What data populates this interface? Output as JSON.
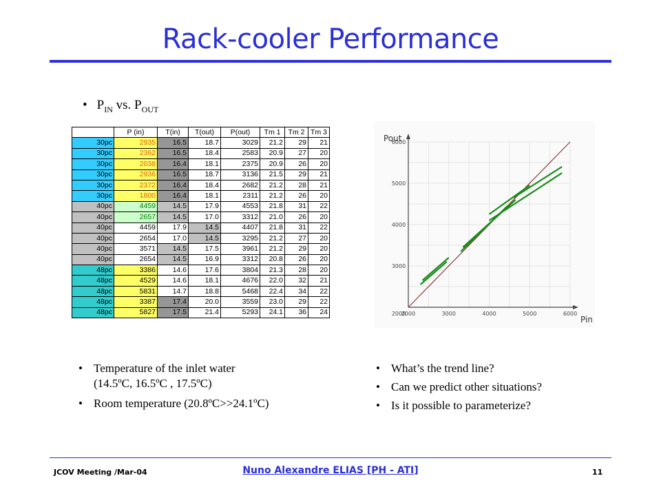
{
  "title": "Rack-cooler Performance",
  "pin_bullet": {
    "p": "P",
    "in": "IN",
    "vs": " vs. P",
    "out": "OUT"
  },
  "table": {
    "headers": [
      "",
      "P (in)",
      "T(in)",
      "T(out)",
      "P(out)",
      "Tm 1",
      "Tm 2",
      "Tm 3"
    ],
    "rows": [
      [
        "30pc",
        "2935",
        "16.5",
        "18.7",
        "3029",
        "21.2",
        "29",
        "21"
      ],
      [
        "30pc",
        "2362",
        "16.5",
        "18.4",
        "2583",
        "20.9",
        "27",
        "20"
      ],
      [
        "30pc",
        "2038",
        "16.4",
        "18.1",
        "2375",
        "20.9",
        "26",
        "20"
      ],
      [
        "30pc",
        "2936",
        "16.5",
        "18.7",
        "3136",
        "21.5",
        "29",
        "21"
      ],
      [
        "30pc",
        "2372",
        "16.4",
        "18.4",
        "2682",
        "21.2",
        "28",
        "21"
      ],
      [
        "30pc",
        "1800",
        "16.4",
        "18.1",
        "2311",
        "21.2",
        "26",
        "20"
      ],
      [
        "40pc",
        "4459",
        "14.5",
        "17.9",
        "4553",
        "21.8",
        "31",
        "22"
      ],
      [
        "40pc",
        "2657",
        "14.5",
        "17.0",
        "3312",
        "21.0",
        "26",
        "20"
      ],
      [
        "40pc",
        "4459",
        "17.9",
        "14.5",
        "4407",
        "21.8",
        "31",
        "22"
      ],
      [
        "40pc",
        "2654",
        "17.0",
        "14.5",
        "3295",
        "21.2",
        "27",
        "20"
      ],
      [
        "40pc",
        "3571",
        "14.5",
        "17.5",
        "3961",
        "21.2",
        "29",
        "20"
      ],
      [
        "40pc",
        "2654",
        "14.5",
        "16.9",
        "3312",
        "20.8",
        "26",
        "20"
      ],
      [
        "48pc",
        "3386",
        "14.6",
        "17.6",
        "3804",
        "21.3",
        "28",
        "20"
      ],
      [
        "48pc",
        "4529",
        "14.6",
        "18.1",
        "4676",
        "22.0",
        "32",
        "21"
      ],
      [
        "48pc",
        "5831",
        "14.7",
        "18.8",
        "5468",
        "22.4",
        "34",
        "22"
      ],
      [
        "48pc",
        "3387",
        "17.4",
        "20.0",
        "3559",
        "23.0",
        "29",
        "22"
      ],
      [
        "48pc",
        "5827",
        "17.5",
        "21.4",
        "5293",
        "24.1",
        "36",
        "24"
      ]
    ],
    "colors": {
      "label_30": "#33ccff",
      "label_40": "#c0c0c0",
      "label_48": "#33cccc",
      "pin_yellow": "#ffff66",
      "pin_orange_text": "#e06000",
      "pin_green": "#ccffcc",
      "pin_green_text": "#008000",
      "tin_dark": "#969696",
      "tin_light": "#c0c0c0",
      "tout_light": "#c0c0c0"
    }
  },
  "chart_data": {
    "type": "line",
    "xlabel": "Pin",
    "ylabel": "Pout",
    "xlim": [
      2000,
      6000
    ],
    "ylim": [
      2000,
      6000
    ],
    "x_ticks": [
      "2000",
      "3000",
      "4000",
      "5000",
      "6000"
    ],
    "y_ticks": [
      "2000",
      "3000",
      "4000",
      "5000",
      "6000"
    ],
    "grid": true,
    "series": [
      {
        "values": [
          [
            2000,
            2000
          ],
          [
            6000,
            6000
          ]
        ],
        "color": "#8b3a3a"
      },
      {
        "values": [
          [
            2300,
            2550
          ],
          [
            2950,
            3100
          ]
        ],
        "color": "#1a8a1a"
      },
      {
        "values": [
          [
            2350,
            2650
          ],
          [
            3000,
            3200
          ]
        ],
        "color": "#1a8a1a"
      },
      {
        "values": [
          [
            3300,
            3350
          ],
          [
            4450,
            4450
          ]
        ],
        "color": "#1a8a1a"
      },
      {
        "values": [
          [
            3350,
            3450
          ],
          [
            4650,
            4600
          ]
        ],
        "color": "#1a8a1a"
      },
      {
        "values": [
          [
            4000,
            4250
          ],
          [
            5000,
            4950
          ]
        ],
        "color": "#1a8a1a"
      },
      {
        "values": [
          [
            4600,
            4650
          ],
          [
            5800,
            5400
          ]
        ],
        "color": "#1a8a1a"
      },
      {
        "values": [
          [
            4000,
            4100
          ],
          [
            5800,
            5250
          ]
        ],
        "color": "#1a8a1a"
      }
    ]
  },
  "left_bullets": [
    "Temperature of the inlet water",
    "(14.5ºC, 16.5ºC , 17.5ºC)",
    "Room temperature  (20.8ºC>>24.1ºC)"
  ],
  "right_bullets": [
    "What’s the trend line?",
    "Can we predict other situations?",
    "Is it possible to parameterize?"
  ],
  "bullet_char": "•",
  "footer": {
    "left": "JCOV Meeting /Mar-04",
    "center": "Nuno Alexandre ELIAS [PH - ATI]",
    "right": "11"
  },
  "accent": "#2a2fd6"
}
